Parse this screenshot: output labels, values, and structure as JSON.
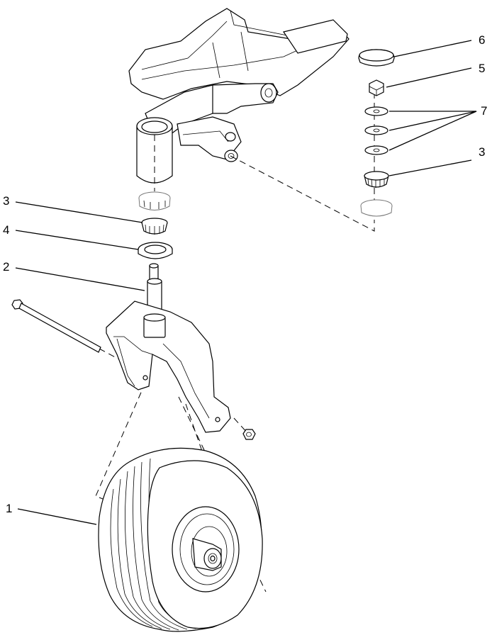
{
  "callouts": {
    "tire_wheel": "1",
    "spindle": "2",
    "bearing_cone_lower": "3",
    "bearing_cone_upper": "3",
    "seal": "4",
    "locknut": "5",
    "dust_cap": "6",
    "thrust_washers": "7"
  },
  "colors": {
    "line": "#000000",
    "background": "#ffffff",
    "ghost_line": "#777777"
  }
}
